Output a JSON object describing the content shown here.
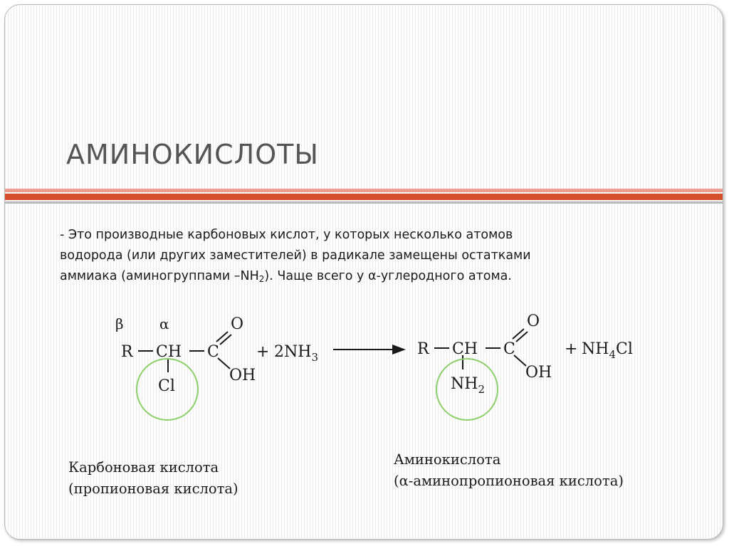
{
  "slide": {
    "title": "АМИНОКИСЛОТЫ",
    "definition": {
      "line1": "- Это производные карбоновых кислот, у которых несколько атомов",
      "line2": "водорода (или других заместителей) в радикале замещены остатками",
      "line3_before": "аммиака (аминогруппами  –NH",
      "line3_sub": "2",
      "line3_after": "). Чаще всего у α-углеродного атома."
    }
  },
  "reaction": {
    "reactant": {
      "beta_label": "β",
      "alpha_label": "α",
      "r": "R",
      "ch": "CH",
      "c": "C",
      "o": "O",
      "oh": "OH",
      "substituent": "Cl"
    },
    "reagent": {
      "plus": "+",
      "coef": "2",
      "formula": "NH",
      "sub": "3"
    },
    "product": {
      "r": "R",
      "ch": "CH",
      "c": "C",
      "o": "O",
      "oh": "OH",
      "substituent": "NH",
      "substituent_sub": "2"
    },
    "byproduct": {
      "plus": "+",
      "formula_a": "NH",
      "sub": "4",
      "formula_b": "Cl"
    }
  },
  "captions": {
    "left": {
      "line1": "Карбоновая кислота",
      "line2": "(пропионовая кислота)"
    },
    "right": {
      "line1": "Аминокислота",
      "line2": "(α-аминопропионовая кислота)"
    }
  },
  "colors": {
    "accent_red": "#d6502e",
    "accent_light": "#ef9d8f",
    "circle_green": "#8ccf6a",
    "title_gray": "#555555"
  }
}
